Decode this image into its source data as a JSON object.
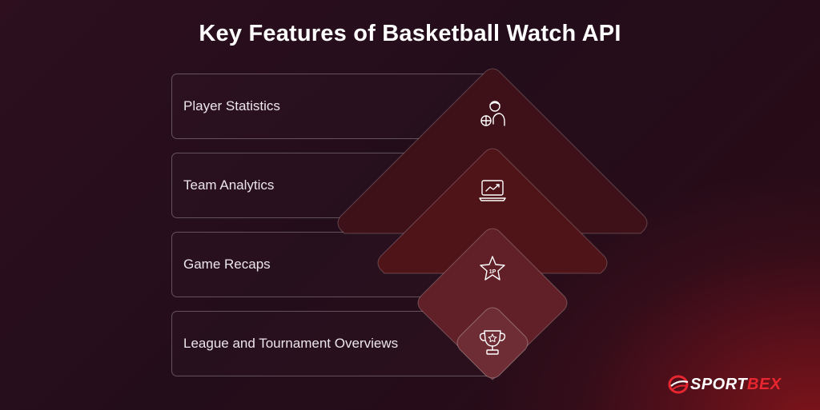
{
  "title": "Key Features of  Basketball Watch API",
  "features": [
    {
      "label": "Player Statistics",
      "icon": "player-ball-icon"
    },
    {
      "label": "Team Analytics",
      "icon": "laptop-chart-icon"
    },
    {
      "label": "Game Recaps",
      "icon": "star-badge-icon"
    },
    {
      "label": "League and Tournament Overviews",
      "icon": "trophy-icon"
    }
  ],
  "star_badge_text": "1P",
  "logo": {
    "part1": "SPORT",
    "part2": "BEX"
  },
  "colors": {
    "background": "#260d1b",
    "diamond_outer": "#3e1119",
    "diamond_mid": "#4f1418",
    "diamond_inner": "#612028",
    "diamond_core": "#6e2d34",
    "accent": "#e8262f"
  }
}
